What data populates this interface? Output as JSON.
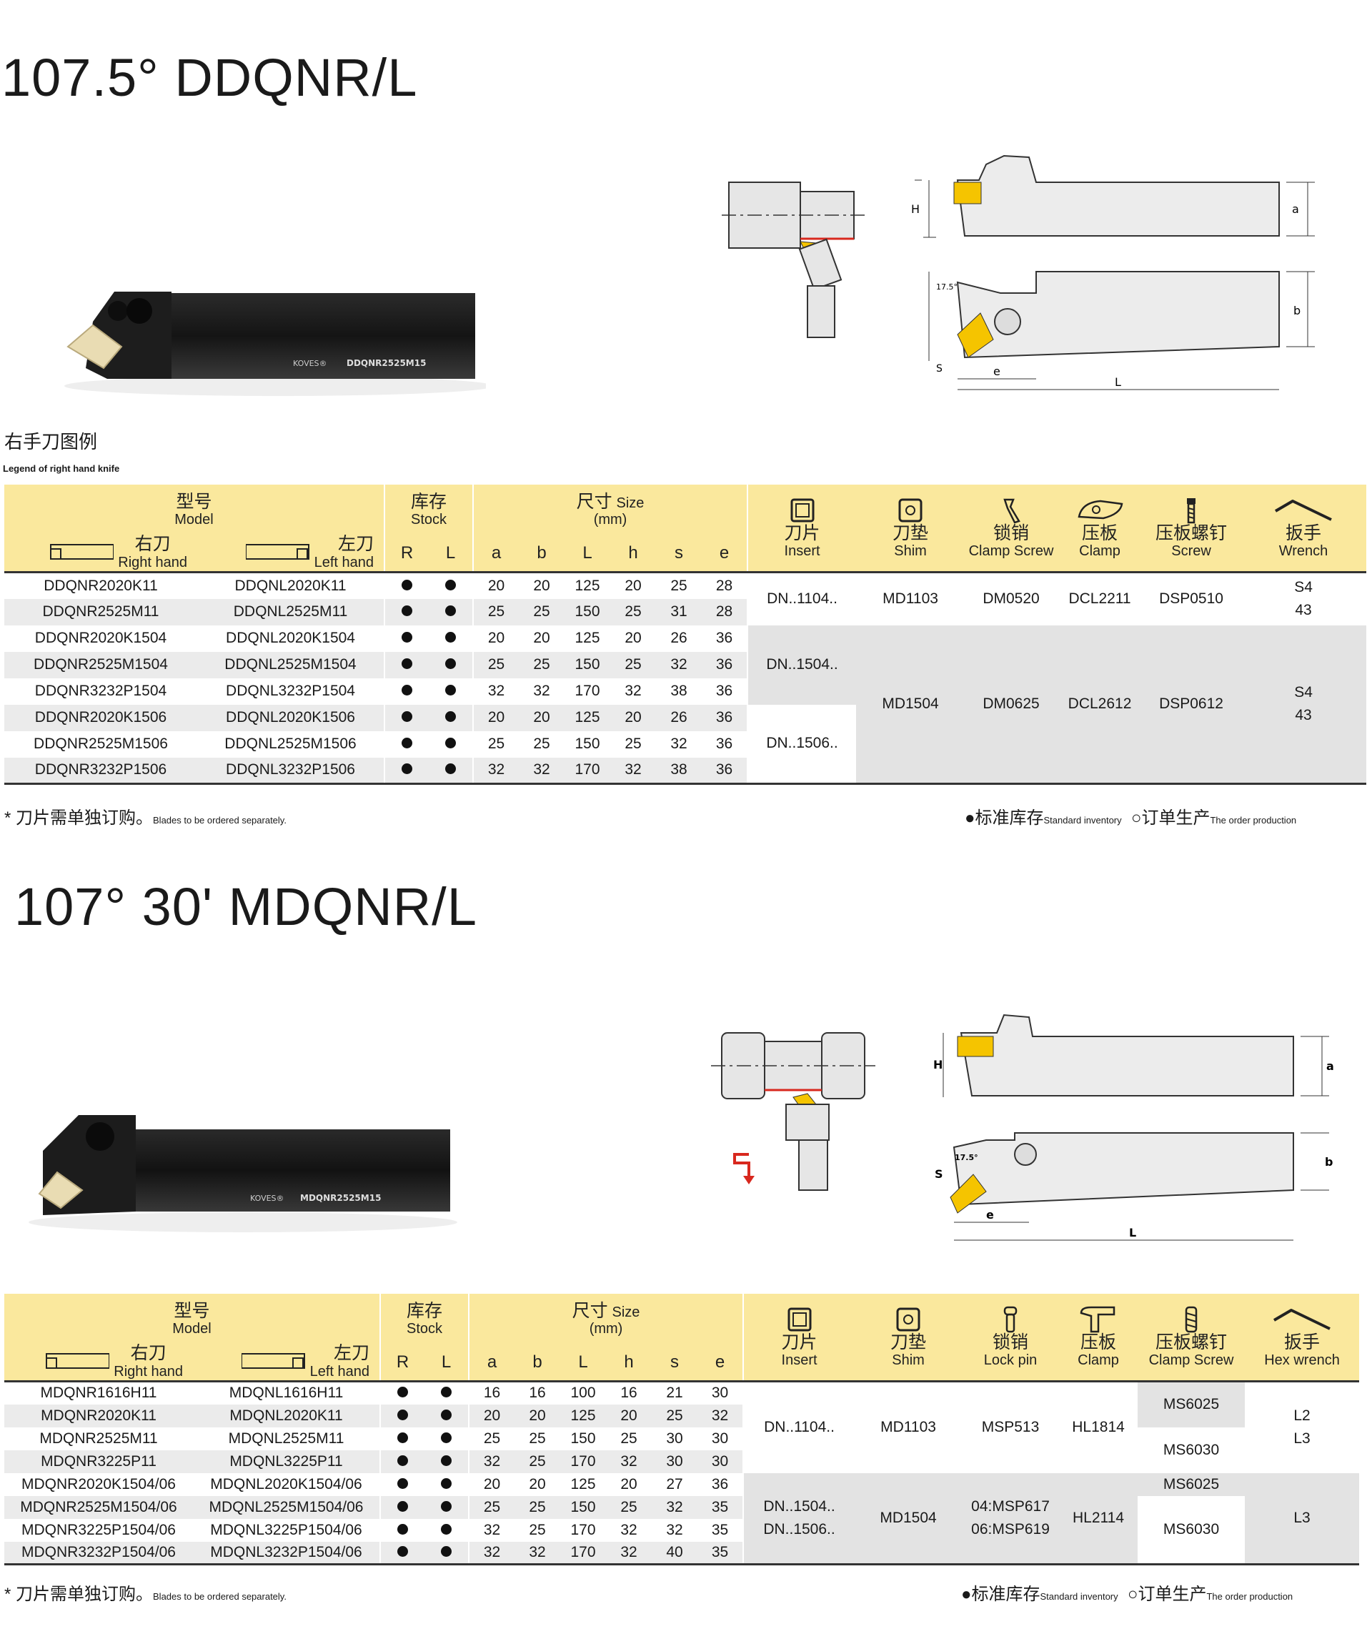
{
  "section1": {
    "title": "107.5° DDQNR/L",
    "legend_cn": "右手刀图例",
    "legend_en": "Legend of right hand knife",
    "photo_label_brand": "KOVES®",
    "photo_label_model": "DDQNR2525M15",
    "drawing_labels": {
      "H": "H",
      "a": "a",
      "S": "S",
      "b": "b",
      "e": "e",
      "L": "L",
      "angle": "17.5°"
    },
    "headers": {
      "model_cn": "型号",
      "model_en": "Model",
      "right_cn": "右刀",
      "right_en": "Right hand",
      "left_cn": "左刀",
      "left_en": "Left hand",
      "stock_cn": "库存",
      "stock_en": "Stock",
      "r": "R",
      "l": "L",
      "size_cn": "尺寸",
      "size_en": "Size",
      "size_unit": "(mm)",
      "dims": [
        "a",
        "b",
        "L",
        "h",
        "s",
        "e"
      ],
      "insert_cn": "刀片",
      "insert_en": "Insert",
      "shim_cn": "刀垫",
      "shim_en": "Shim",
      "screw_cn": "锁销",
      "screw_en": "Clamp Screw",
      "clamp_cn": "压板",
      "clamp_en": "Clamp",
      "cscrew_cn": "压板螺钉",
      "cscrew_en": "Screw",
      "wrench_cn": "扳手",
      "wrench_en": "Wrench"
    },
    "rows": [
      {
        "right": "DDQNR2020K11",
        "left": "DDQNL2020K11",
        "a": "20",
        "b": "20",
        "L": "125",
        "h": "20",
        "s": "25",
        "e": "28"
      },
      {
        "right": "DDQNR2525M11",
        "left": "DDQNL2525M11",
        "a": "25",
        "b": "25",
        "L": "150",
        "h": "25",
        "s": "31",
        "e": "28"
      },
      {
        "right": "DDQNR2020K1504",
        "left": "DDQNL2020K1504",
        "a": "20",
        "b": "20",
        "L": "125",
        "h": "20",
        "s": "26",
        "e": "36"
      },
      {
        "right": "DDQNR2525M1504",
        "left": "DDQNL2525M1504",
        "a": "25",
        "b": "25",
        "L": "150",
        "h": "25",
        "s": "32",
        "e": "36"
      },
      {
        "right": "DDQNR3232P1504",
        "left": "DDQNL3232P1504",
        "a": "32",
        "b": "32",
        "L": "170",
        "h": "32",
        "s": "38",
        "e": "36"
      },
      {
        "right": "DDQNR2020K1506",
        "left": "DDQNL2020K1506",
        "a": "20",
        "b": "20",
        "L": "125",
        "h": "20",
        "s": "26",
        "e": "36"
      },
      {
        "right": "DDQNR2525M1506",
        "left": "DDQNL2525M1506",
        "a": "25",
        "b": "25",
        "L": "150",
        "h": "25",
        "s": "32",
        "e": "36"
      },
      {
        "right": "DDQNR3232P1506",
        "left": "DDQNL3232P1506",
        "a": "32",
        "b": "32",
        "L": "170",
        "h": "32",
        "s": "38",
        "e": "36"
      }
    ],
    "groups": {
      "insert1": "DN..1104..",
      "insert2": "DN..1504..",
      "insert3": "DN..1506..",
      "shim1": "MD1103",
      "shim2": "MD1504",
      "screw1": "DM0520",
      "screw2": "DM0625",
      "clamp1": "DCL2211",
      "clamp2": "DCL2612",
      "cscrew1": "DSP0510",
      "cscrew2": "DSP0612",
      "wrench1a": "S4",
      "wrench1b": "43",
      "wrench2a": "S4",
      "wrench2b": "43"
    },
    "note_cn": "* 刀片需单独订购。",
    "note_en": "Blades to be ordered separately.",
    "inv_std_cn": "●标准库存",
    "inv_std_en": "Standard inventory",
    "inv_ord_cn": "○订单生产",
    "inv_ord_en": "The order production"
  },
  "section2": {
    "title": "107° 30' MDQNR/L",
    "photo_label_brand": "KOVES®",
    "photo_label_model": "MDQNR2525M15",
    "drawing_labels": {
      "H": "H",
      "a": "a",
      "S": "S",
      "b": "b",
      "e": "e",
      "L": "L",
      "angle": "17.5°"
    },
    "headers": {
      "model_cn": "型号",
      "model_en": "Model",
      "right_cn": "右刀",
      "right_en": "Right hand",
      "left_cn": "左刀",
      "left_en": "Left hand",
      "stock_cn": "库存",
      "stock_en": "Stock",
      "r": "R",
      "l": "L",
      "size_cn": "尺寸",
      "size_en": "Size",
      "size_unit": "(mm)",
      "dims": [
        "a",
        "b",
        "L",
        "h",
        "s",
        "e"
      ],
      "insert_cn": "刀片",
      "insert_en": "Insert",
      "shim_cn": "刀垫",
      "shim_en": "Shim",
      "screw_cn": "锁销",
      "screw_en": "Lock pin",
      "clamp_cn": "压板",
      "clamp_en": "Clamp",
      "cscrew_cn": "压板螺钉",
      "cscrew_en": "Clamp Screw",
      "wrench_cn": "扳手",
      "wrench_en": "Hex wrench"
    },
    "rows": [
      {
        "right": "MDQNR1616H11",
        "left": "MDQNL1616H11",
        "a": "16",
        "b": "16",
        "L": "100",
        "h": "16",
        "s": "21",
        "e": "30"
      },
      {
        "right": "MDQNR2020K11",
        "left": "MDQNL2020K11",
        "a": "20",
        "b": "20",
        "L": "125",
        "h": "20",
        "s": "25",
        "e": "32"
      },
      {
        "right": "MDQNR2525M11",
        "left": "MDQNL2525M11",
        "a": "25",
        "b": "25",
        "L": "150",
        "h": "25",
        "s": "30",
        "e": "30"
      },
      {
        "right": "MDQNR3225P11",
        "left": "MDQNL3225P11",
        "a": "32",
        "b": "25",
        "L": "170",
        "h": "32",
        "s": "30",
        "e": "30"
      },
      {
        "right": "MDQNR2020K1504/06",
        "left": "MDQNL2020K1504/06",
        "a": "20",
        "b": "20",
        "L": "125",
        "h": "20",
        "s": "27",
        "e": "36"
      },
      {
        "right": "MDQNR2525M1504/06",
        "left": "MDQNL2525M1504/06",
        "a": "25",
        "b": "25",
        "L": "150",
        "h": "25",
        "s": "32",
        "e": "35"
      },
      {
        "right": "MDQNR3225P1504/06",
        "left": "MDQNL3225P1504/06",
        "a": "32",
        "b": "25",
        "L": "170",
        "h": "32",
        "s": "32",
        "e": "35"
      },
      {
        "right": "MDQNR3232P1504/06",
        "left": "MDQNL3232P1504/06",
        "a": "32",
        "b": "32",
        "L": "170",
        "h": "32",
        "s": "40",
        "e": "35"
      }
    ],
    "groups": {
      "insert1": "DN..1104..",
      "insert2a": "DN..1504..",
      "insert2b": "DN..1506..",
      "shim1": "MD1103",
      "shim2": "MD1504",
      "screw1": "MSP513",
      "screw2a": "04:MSP617",
      "screw2b": "06:MSP619",
      "clamp1": "HL1814",
      "clamp2": "HL2114",
      "cscrew1a": "MS6025",
      "cscrew1b": "MS6030",
      "cscrew2a": "MS6025",
      "cscrew2b": "MS6030",
      "wrench1a": "L2",
      "wrench1b": "L3",
      "wrench2": "L3"
    },
    "note_cn": "* 刀片需单独订购。",
    "note_en": "Blades to be ordered separately.",
    "inv_std_cn": "●标准库存",
    "inv_std_en": "Standard inventory",
    "inv_ord_cn": "○订单生产",
    "inv_ord_en": "The order production"
  },
  "colors": {
    "header_bg": "#fae89d",
    "row_alt": "#ebebeb",
    "insert_yellow": "#f5c400",
    "accent_red": "#d8281e"
  }
}
